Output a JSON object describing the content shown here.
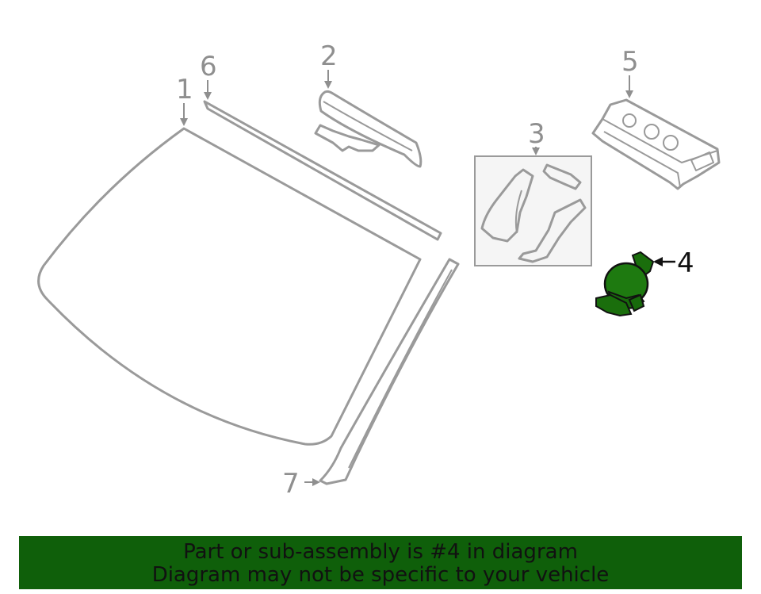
{
  "callouts": {
    "c1": "1",
    "c2": "2",
    "c3": "3",
    "c4": "4",
    "c5": "5",
    "c6": "6",
    "c7": "7"
  },
  "highlighted_part": "4",
  "colors": {
    "highlight": "#0f6b0a",
    "banner": "#0f5f0a",
    "linework": "#9a9a9a"
  },
  "banner": {
    "line1": "Part or sub-assembly is #4 in diagram",
    "line2": "Diagram may not be specific to your vehicle"
  }
}
